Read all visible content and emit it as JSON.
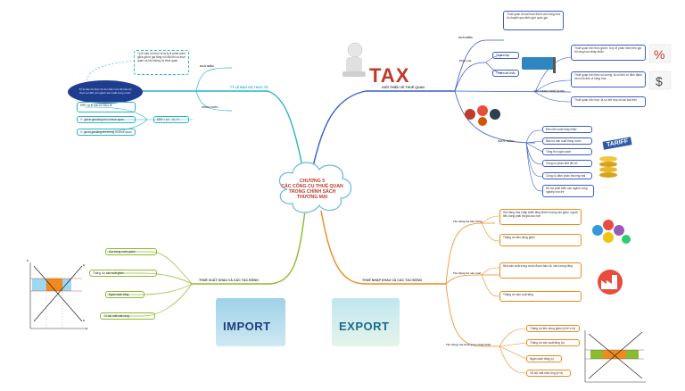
{
  "center": {
    "lines": [
      "CHƯƠNG 5",
      "CÁC CÔNG CỤ THUẾ QUAN",
      "TRONG CHÍNH SÁCH",
      "THƯƠNG MẠI"
    ]
  },
  "branches": {
    "intro": "GIỚI THIỆU VỀ THUẾ QUAN",
    "measure": "TỶ LỆ BẢO HỘ THỰC TẾ",
    "import_tax": "THUẾ NHẬP KHẨU VÀ CÁC TÁC ĐỘNG",
    "export_tax": "THUẾ XUẤT KHẨU VÀ CÁC TÁC ĐỘNG"
  },
  "intro": {
    "concept_label": "KHÁI NIỆM",
    "concept_text": "Thuế quan là loại thuế đánh vào hàng hóa di chuyển qua biên giới quốc gia",
    "classify_label": "Phân loại",
    "classify_items": [
      "Thuế nhập khẩu",
      "Thuế xuất khẩu"
    ],
    "types_label": "CÁC DẠNG THUẾ QUAN",
    "types_items": [
      "Thuế quan tính theo giá trị: là tỷ lệ phần trăm trên giá trị hàng hóa nhập khẩu",
      "Thuế quan tính theo số lượng: là số tiền cố định đánh trên mỗi đơn vị hàng hóa",
      "Thuế quan hỗn hợp: là sự kết hợp cả hai loại trên"
    ],
    "roles_label": "CHỨC NĂNG",
    "roles_items": [
      "Điều tiết xuất nhập khẩu",
      "Bảo hộ sản xuất trong nước",
      "Tăng thu ngân sách",
      "Công cụ phân biệt đối xử",
      "Công cụ đàm phán thương mại",
      "Hỗ trợ phát triển các ngành công nghiệp non trẻ"
    ],
    "tax_word": "TAX",
    "tariff_word": "TARIFF"
  },
  "measure": {
    "definition": "Tỷ lệ bảo hộ thực tế là tỷ lệ phần trăm giữa giá trị gia tăng nội địa khi có thuế quan và khi không có thuế quan",
    "definition_label": "KHÁI NIỆM",
    "oval": "Tỷ lệ bảo hộ thực tế cho biết mức độ bảo hộ thực sự đối với ngành sản xuất trong nước",
    "formula_label": "CÔNG THỨC",
    "formula": "ERP = (V' - V) / V",
    "vars": [
      "ERP: tỷ lệ bảo hộ thực tế",
      "V': giá trị gia tăng khi có thuế quan",
      "V: giá trị gia tăng khi không có thuế quan"
    ]
  },
  "import_tax": {
    "consumer_label": "Tác động tới tiêu dùng",
    "consumer_items": [
      "Giá hàng hóa nhập khẩu tăng khiến lượng cầu giảm, người tiêu dùng phải trả giá cao hơn",
      "Thặng dư tiêu dùng giảm"
    ],
    "producer_label": "Tác động tới sản xuất",
    "producer_items": [
      "Nhà sản xuất trong nước được bảo hộ, sản lượng tăng",
      "Thặng dư sản xuất tăng"
    ],
    "welfare_label": "Tác động của thuế quan nhập khẩu",
    "welfare_items": [
      "Thặng dư tiêu dùng giảm (a+b+c+d)",
      "Thặng dư sản xuất tăng (a)",
      "Ngân sách tăng (c)",
      "Xã hội mất mát ròng (b+d)"
    ],
    "export_pic_word": "EXPORT"
  },
  "export_tax": {
    "items": [
      "Giá trong nước giảm",
      "Thặng dư sản xuất giảm",
      "Ngân sách tăng",
      "Xã hội mất mát ròng"
    ],
    "import_pic_word": "IMPORT",
    "chart_labels": {
      "p": "P",
      "q": "Q",
      "s": "S",
      "d": "D"
    }
  }
}
